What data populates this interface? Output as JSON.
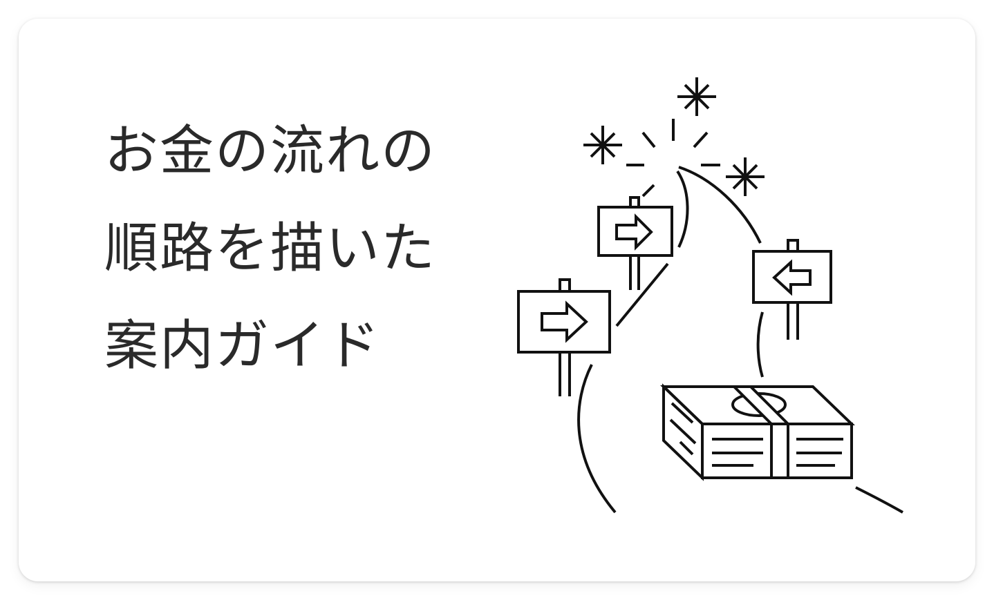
{
  "headline": {
    "lines": [
      "お金の流れの",
      "順路を描いた",
      "案内ガイド"
    ]
  },
  "illustration": {
    "icons": [
      "sparkle-icon",
      "signpost-right-arrow-icon",
      "signpost-left-arrow-icon",
      "money-bundle-icon",
      "winding-path-icon"
    ]
  },
  "colors": {
    "background": "#ffffff",
    "ink": "#111111",
    "text": "#2a2a2a"
  }
}
